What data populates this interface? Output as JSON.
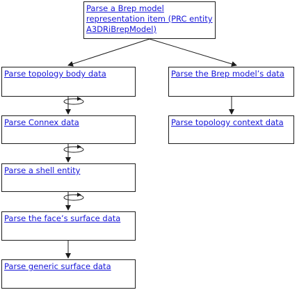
{
  "diagram": {
    "nodes": {
      "root": {
        "label": "Parse a Brep model representation item (PRC entity A3DRiBrepModel)"
      },
      "topology_body": {
        "label": "Parse topology body data"
      },
      "brep_model_data": {
        "label": "Parse the Brep model’s data"
      },
      "connex": {
        "label": "Parse Connex data"
      },
      "topology_context": {
        "label": "Parse topology context data"
      },
      "shell": {
        "label": "Parse a shell entity"
      },
      "face_surface": {
        "label": "Parse the face’s surface data"
      },
      "generic_surface": {
        "label": "Parse generic surface data"
      }
    },
    "colors": {
      "link": "#1515d8",
      "line": "#1a1a1a",
      "box_border": "#1a1a1a",
      "background": "#ffffff"
    },
    "edges": [
      {
        "from": "root",
        "to": "topology_body",
        "style": "arrow"
      },
      {
        "from": "root",
        "to": "brep_model_data",
        "style": "arrow"
      },
      {
        "from": "topology_body",
        "to": "connex",
        "style": "loop-arrow"
      },
      {
        "from": "connex",
        "to": "shell",
        "style": "loop-arrow"
      },
      {
        "from": "shell",
        "to": "face_surface",
        "style": "loop-arrow"
      },
      {
        "from": "face_surface",
        "to": "generic_surface",
        "style": "arrow"
      },
      {
        "from": "brep_model_data",
        "to": "topology_context",
        "style": "arrow"
      }
    ]
  }
}
